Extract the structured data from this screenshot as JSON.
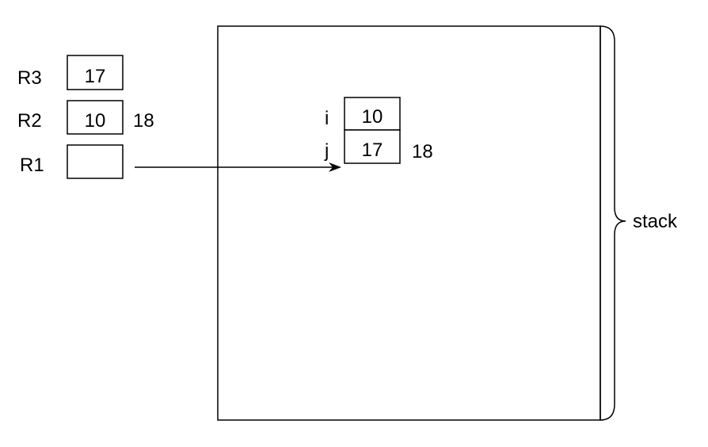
{
  "registers": [
    {
      "name": "R3",
      "value": "17",
      "annotation": ""
    },
    {
      "name": "R2",
      "value": "10",
      "annotation": "18"
    },
    {
      "name": "R1",
      "value": "",
      "annotation": ""
    }
  ],
  "stack": {
    "label": "stack",
    "variables": [
      {
        "name": "i",
        "value": "10",
        "annotation": ""
      },
      {
        "name": "j",
        "value": "17",
        "annotation": "18"
      }
    ]
  },
  "colors": {
    "stroke": "#000000",
    "background": "#ffffff"
  }
}
